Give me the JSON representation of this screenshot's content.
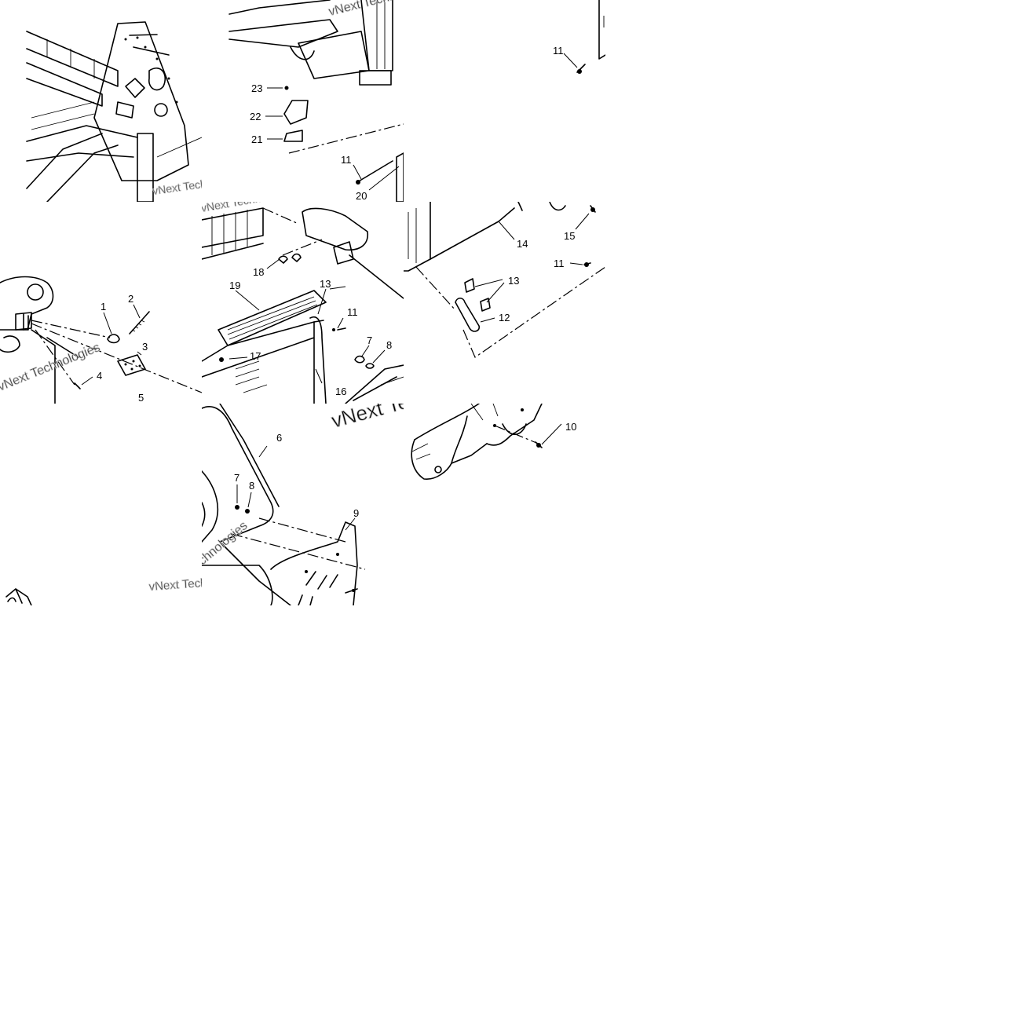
{
  "diagram": {
    "callouts": [
      "1",
      "2",
      "3",
      "4",
      "5",
      "6",
      "7",
      "8",
      "9",
      "10",
      "11",
      "12",
      "13",
      "14",
      "15",
      "16",
      "17",
      "18",
      "19",
      "20",
      "21",
      "22",
      "23"
    ],
    "watermark_text": "vNext Technologies"
  }
}
